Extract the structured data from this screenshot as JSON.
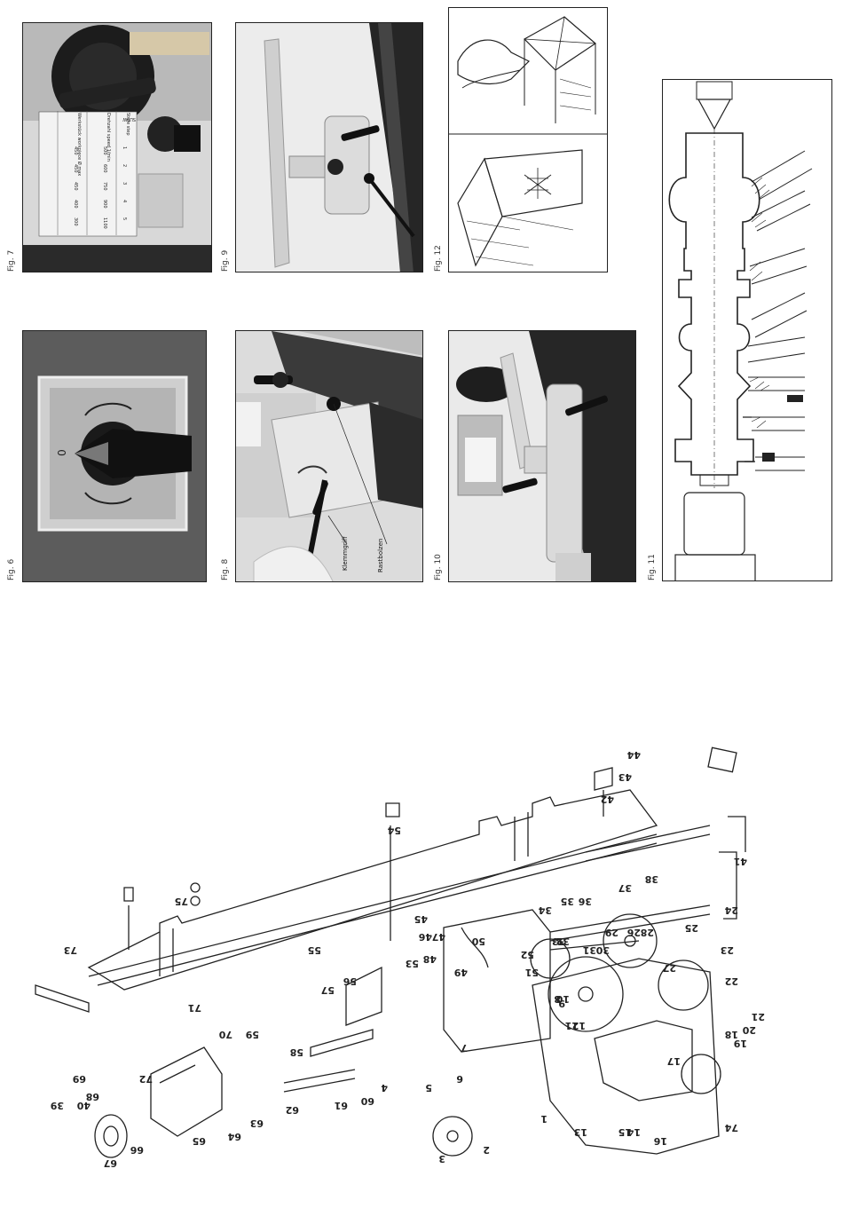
{
  "figures": {
    "fig7": {
      "caption": "Fig. 7"
    },
    "fig9": {
      "caption": "Fig. 9"
    },
    "fig12": {
      "caption": "Fig. 12"
    },
    "fig11": {
      "caption": "Fig. 11"
    },
    "fig6": {
      "caption": "Fig. 6",
      "dial_label": "0"
    },
    "fig8": {
      "caption": "Fig. 8",
      "label_a": "Klemmgriff",
      "label_b": "Rastbolzen"
    },
    "fig10": {
      "caption": "Fig. 10"
    }
  },
  "speed_table": {
    "headers": [
      "Stufe step",
      "Drehzahl speed 1/min",
      "Werkstück workpiece Ø max"
    ],
    "rows": [
      [
        "1",
        "500",
        "450"
      ],
      [
        "2",
        "600",
        "450"
      ],
      [
        "3",
        "750",
        "450"
      ],
      [
        "4",
        "900",
        "400"
      ],
      [
        "5",
        "1100",
        "300"
      ]
    ],
    "dial_text": "SLOW"
  },
  "parts_diagram": {
    "part_numbers": [
      "1",
      "2",
      "3",
      "4",
      "5",
      "6",
      "7",
      "8",
      "9",
      "10",
      "11",
      "12",
      "13",
      "14",
      "15",
      "16",
      "17",
      "18",
      "19",
      "20",
      "21",
      "22",
      "23",
      "24",
      "25",
      "26",
      "27",
      "28",
      "29",
      "30",
      "31",
      "32",
      "33",
      "34",
      "35",
      "36",
      "37",
      "38",
      "39",
      "40",
      "41",
      "42",
      "43",
      "44",
      "45",
      "46",
      "47",
      "48",
      "49",
      "50",
      "51",
      "52",
      "53",
      "54",
      "55",
      "56",
      "57",
      "58",
      "59",
      "60",
      "61",
      "62",
      "63",
      "64",
      "65",
      "66",
      "67",
      "68",
      "69",
      "70",
      "71",
      "72",
      "73",
      "74",
      "75"
    ]
  }
}
